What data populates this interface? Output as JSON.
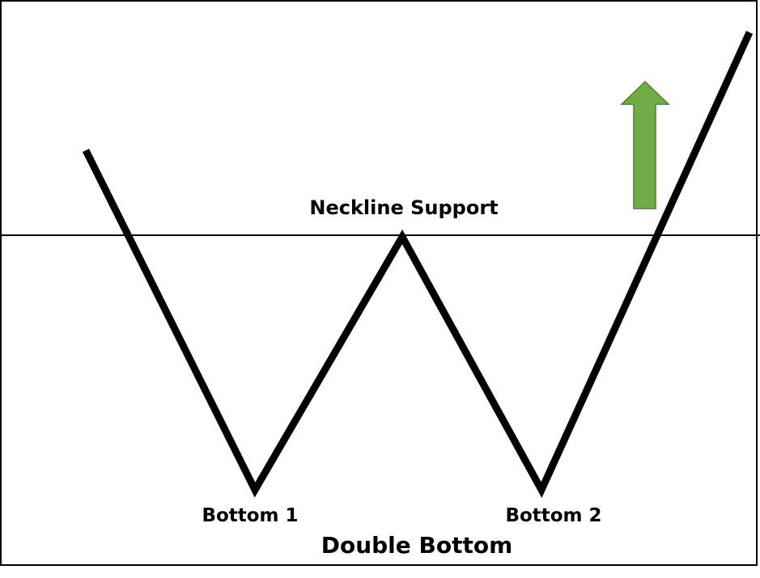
{
  "diagram": {
    "labels": {
      "neckline": "Neckline Support",
      "bottom1": "Bottom 1",
      "bottom2": "Bottom 2",
      "caption": "Double Bottom"
    },
    "colors": {
      "line": "#000000",
      "arrow_fill": "#70ad47",
      "arrow_stroke": "#507e32",
      "background": "#ffffff"
    },
    "icons": {
      "breakout": "up-arrow-icon"
    }
  }
}
